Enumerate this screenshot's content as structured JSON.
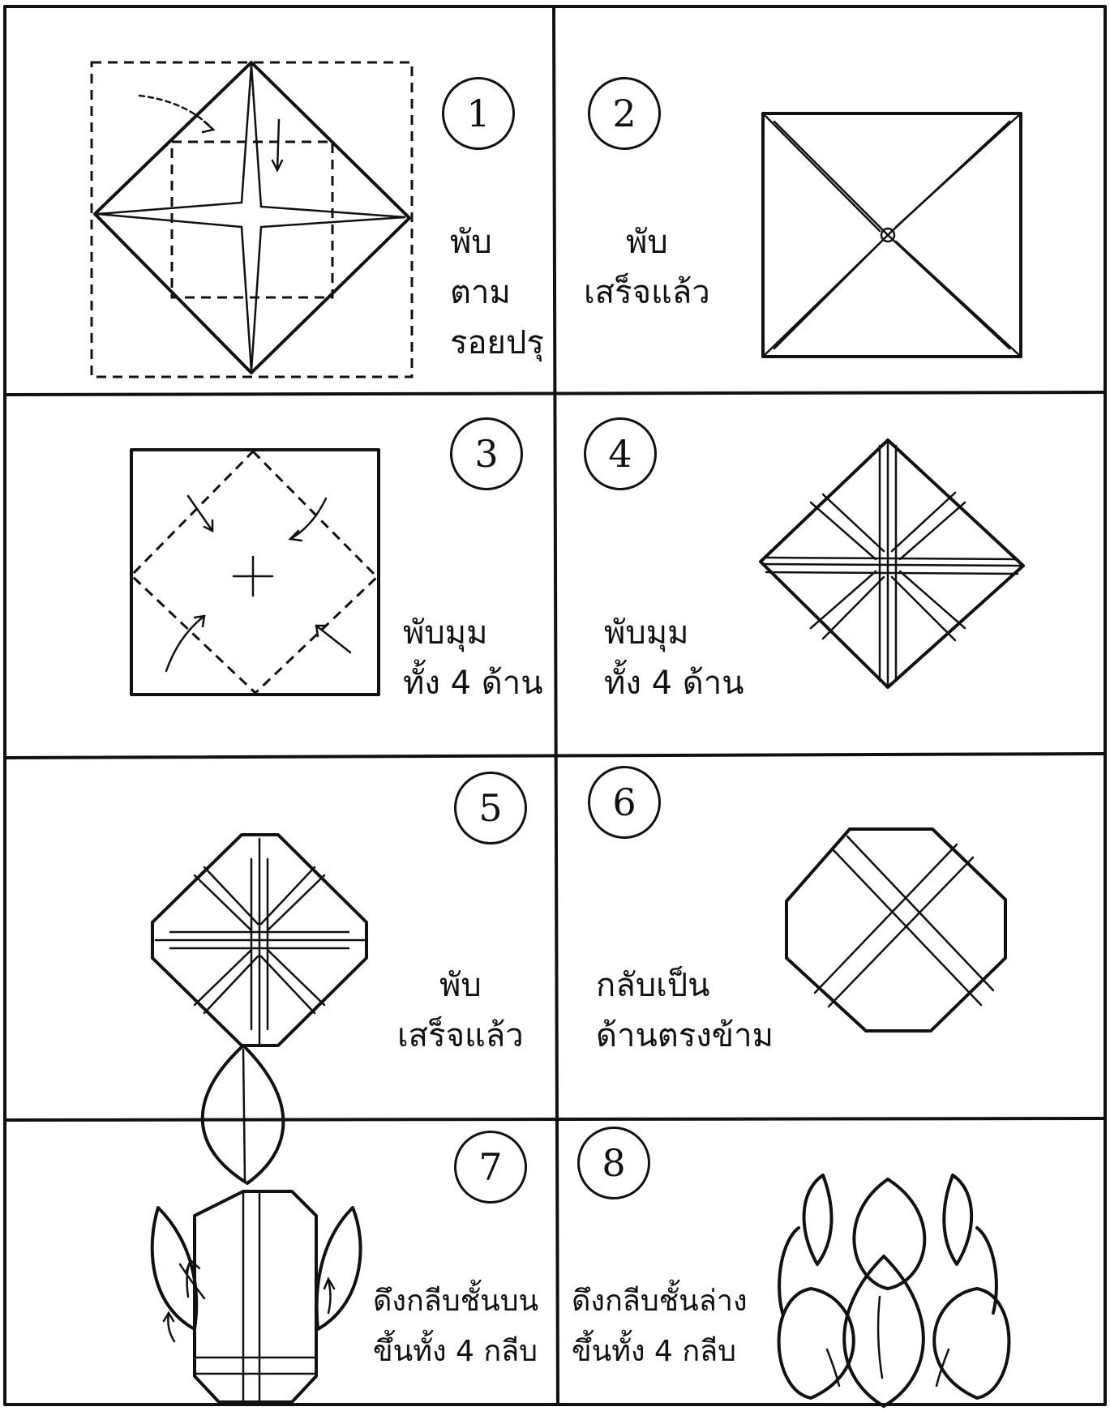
{
  "steps": [
    {
      "number": "1",
      "caption": [
        "พับ",
        "ตาม",
        "รอยปรุ"
      ]
    },
    {
      "number": "2",
      "caption": [
        "พับ",
        "เสร็จแล้ว"
      ]
    },
    {
      "number": "3",
      "caption": [
        "พับมุม",
        "ทั้ง 4 ด้าน"
      ]
    },
    {
      "number": "4",
      "caption": [
        "พับมุม",
        "ทั้ง 4 ด้าน"
      ]
    },
    {
      "number": "5",
      "caption": [
        "พับ",
        "เสร็จแล้ว"
      ]
    },
    {
      "number": "6",
      "caption": [
        "กลับเป็น",
        "ด้านตรงข้าม"
      ]
    },
    {
      "number": "7",
      "caption": [
        "ดึงกลีบชั้นบน",
        "ขึ้นทั้ง 4 กลีบ"
      ]
    },
    {
      "number": "8",
      "caption": [
        "ดึงกลีบชั้นล่าง",
        "ขึ้นทั้ง 4 กลีบ"
      ]
    }
  ]
}
